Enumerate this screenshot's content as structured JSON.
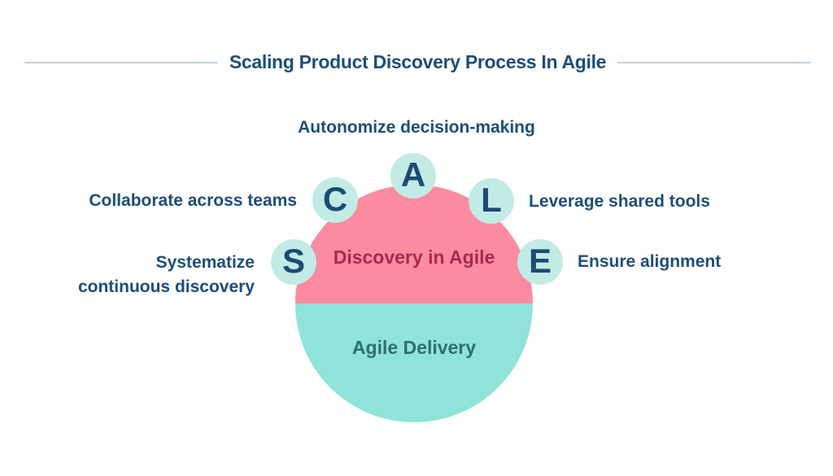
{
  "title": "Scaling Product Discovery Process In Agile",
  "circle": {
    "top_half_label": "Discovery in Agile",
    "bottom_half_label": "Agile Delivery"
  },
  "acronym": [
    {
      "letter": "S",
      "description": "Systematize\ncontinuous discovery"
    },
    {
      "letter": "C",
      "description": "Collaborate across teams"
    },
    {
      "letter": "A",
      "description": "Autonomize decision-making"
    },
    {
      "letter": "L",
      "description": "Leverage shared tools"
    },
    {
      "letter": "E",
      "description": "Ensure alignment"
    }
  ],
  "colors": {
    "discovery_half": "#FB8BA0",
    "discovery_text": "#A9294F",
    "delivery_half": "#8FE3D9",
    "delivery_text": "#2F6F6A",
    "badge_background": "#C2EBE6",
    "badge_letter": "#1C4B75",
    "heading_text": "#1C4D7B",
    "divider_line": "#BCD3E3"
  }
}
